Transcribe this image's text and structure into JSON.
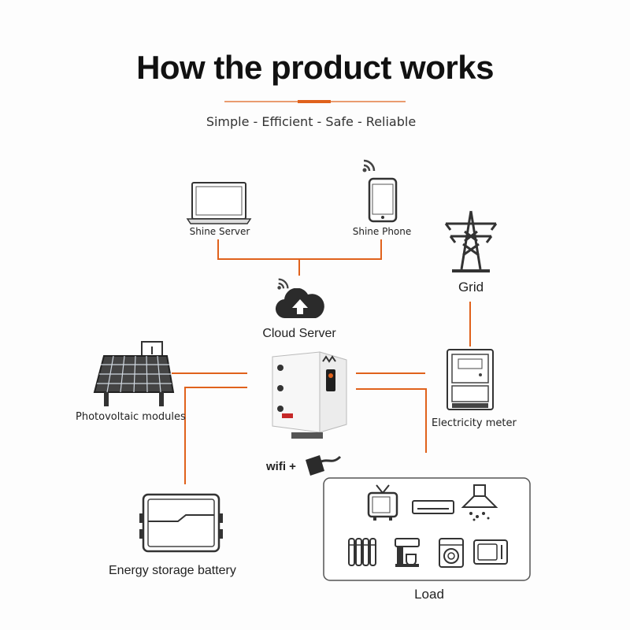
{
  "header": {
    "title": "How the product works",
    "subtitle": "Simple - Efficient - Safe - Reliable",
    "accent_color": "#e0621c"
  },
  "nodes": {
    "shine_server": "Shine Server",
    "shine_phone": "Shine Phone",
    "grid": "Grid",
    "cloud_server": "Cloud Server",
    "photovoltaic": "Photovoltaic modules",
    "electricity_meter": "Electricity meter",
    "wifi": "wifi +",
    "battery": "Energy storage battery",
    "load": "Load"
  },
  "line_color": "#e0621c",
  "icons": [
    "laptop-icon",
    "smartphone-icon",
    "wifi-icon",
    "transmission-tower-icon",
    "cloud-upload-icon",
    "solar-panel-icon",
    "inverter-icon",
    "electricity-meter-icon",
    "wifi-dongle-icon",
    "battery-icon",
    "tv-icon",
    "air-conditioner-icon",
    "range-hood-icon",
    "radiator-icon",
    "coffee-machine-icon",
    "washing-machine-icon",
    "microwave-icon"
  ]
}
